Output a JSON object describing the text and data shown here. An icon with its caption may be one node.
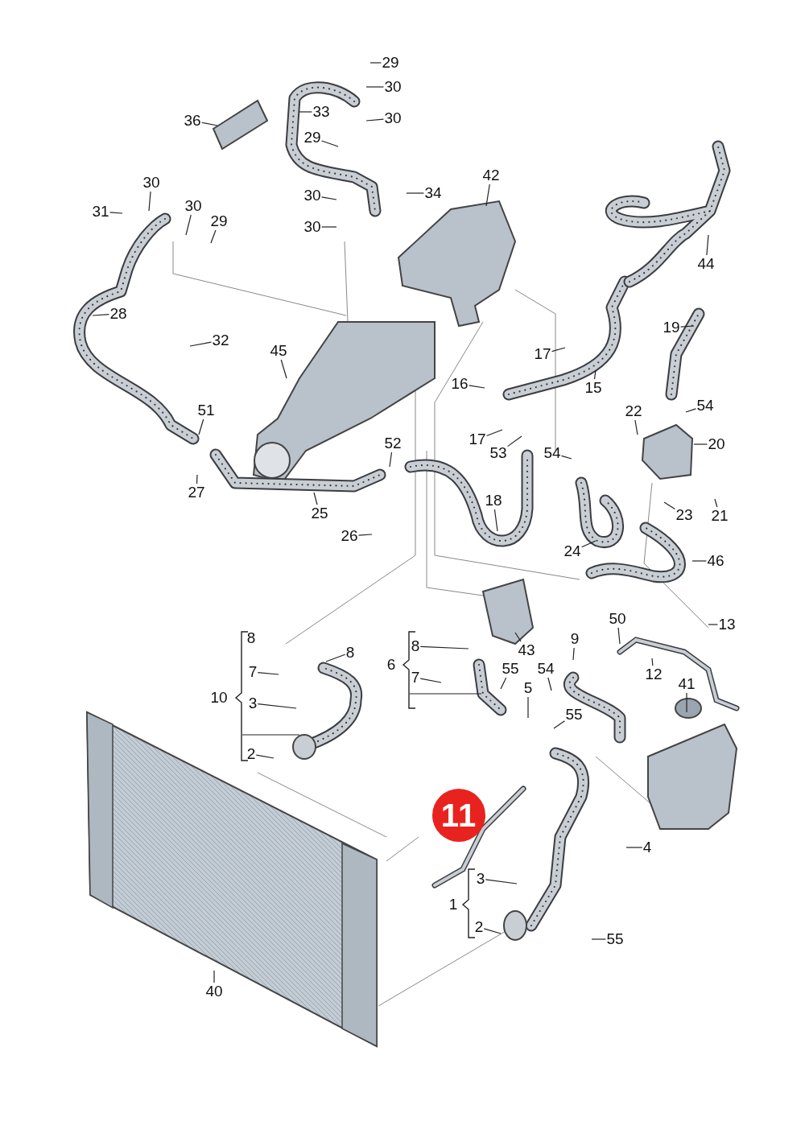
{
  "diagram": {
    "nodes": [
      {
        "text": [
          "29"
        ]
      },
      {
        "text": [
          "30"
        ]
      },
      {
        "text": [
          "33"
        ]
      },
      {
        "text": [
          "30"
        ]
      },
      {
        "text": [
          "36"
        ]
      },
      {
        "text": [
          "29"
        ]
      },
      {
        "text": [
          "42"
        ]
      },
      {
        "text": [
          "30"
        ]
      },
      {
        "text": [
          "34"
        ]
      },
      {
        "text": [
          "30"
        ]
      },
      {
        "text": [
          "30"
        ]
      },
      {
        "text": [
          "31"
        ]
      },
      {
        "text": [
          "29"
        ]
      },
      {
        "text": [
          "30"
        ]
      },
      {
        "text": [
          "44"
        ]
      },
      {
        "text": [
          "28"
        ]
      },
      {
        "text": [
          "19"
        ]
      },
      {
        "text": [
          "32"
        ]
      },
      {
        "text": [
          "45"
        ]
      },
      {
        "text": [
          "17"
        ]
      },
      {
        "text": [
          "16"
        ]
      },
      {
        "text": [
          "15"
        ]
      },
      {
        "text": [
          "54"
        ]
      },
      {
        "text": [
          "51"
        ]
      },
      {
        "text": [
          "22"
        ]
      },
      {
        "text": [
          "17"
        ]
      },
      {
        "text": [
          "52"
        ]
      },
      {
        "text": [
          "20"
        ]
      },
      {
        "text": [
          "53"
        ]
      },
      {
        "text": [
          "54"
        ]
      },
      {
        "text": [
          "27"
        ]
      },
      {
        "text": [
          "18"
        ]
      },
      {
        "text": [
          "25"
        ]
      },
      {
        "text": [
          "23"
        ]
      },
      {
        "text": [
          "21"
        ]
      },
      {
        "text": [
          "26"
        ]
      },
      {
        "text": [
          "24"
        ]
      },
      {
        "text": [
          "46"
        ]
      },
      {
        "text": [
          "50"
        ]
      },
      {
        "text": [
          "13"
        ]
      },
      {
        "text": [
          "43"
        ]
      },
      {
        "text": [
          "9"
        ]
      },
      {
        "text": [
          "8"
        ]
      },
      {
        "text": [
          "8"
        ]
      },
      {
        "text": [
          "7"
        ]
      },
      {
        "text": [
          "7"
        ]
      },
      {
        "text": [
          "55"
        ]
      },
      {
        "text": [
          "54"
        ]
      },
      {
        "text": [
          "12"
        ]
      },
      {
        "text": [
          "41"
        ]
      },
      {
        "text": [
          "5"
        ]
      },
      {
        "text": [
          "3"
        ]
      },
      {
        "text": [
          "55"
        ]
      },
      {
        "text": [
          "2"
        ]
      },
      {
        "text": [
          "11"
        ]
      },
      {
        "text": [
          "4"
        ]
      },
      {
        "text": [
          "3"
        ]
      },
      {
        "text": [
          "2"
        ]
      },
      {
        "text": [
          "55"
        ]
      },
      {
        "text": [
          "40"
        ]
      }
    ],
    "edges": [
      {
        "from": 0,
        "to": null,
        "arrow": "none"
      },
      {
        "from": 1,
        "to": null,
        "arrow": "none"
      },
      {
        "from": 2,
        "to": null,
        "arrow": "none"
      },
      {
        "from": 3,
        "to": null,
        "arrow": "none"
      },
      {
        "from": 4,
        "to": null,
        "arrow": "none"
      },
      {
        "from": 5,
        "to": null,
        "arrow": "none"
      },
      {
        "from": 6,
        "to": null,
        "arrow": "none"
      },
      {
        "from": 7,
        "to": null,
        "arrow": "none"
      },
      {
        "from": 8,
        "to": null,
        "arrow": "none"
      },
      {
        "from": 9,
        "to": null,
        "arrow": "none"
      },
      {
        "from": 10,
        "to": null,
        "arrow": "none"
      },
      {
        "from": 11,
        "to": null,
        "arrow": "none"
      },
      {
        "from": 12,
        "to": null,
        "arrow": "none"
      },
      {
        "from": 13,
        "to": null,
        "arrow": "none"
      },
      {
        "from": 14,
        "to": null,
        "arrow": "none"
      },
      {
        "from": 15,
        "to": null,
        "arrow": "none"
      },
      {
        "from": 16,
        "to": null,
        "arrow": "none"
      },
      {
        "from": 17,
        "to": null,
        "arrow": "none"
      },
      {
        "from": 18,
        "to": null,
        "arrow": "none"
      },
      {
        "from": 19,
        "to": null,
        "arrow": "none"
      },
      {
        "from": 20,
        "to": null,
        "arrow": "none"
      },
      {
        "from": 21,
        "to": null,
        "arrow": "none"
      },
      {
        "from": 22,
        "to": null,
        "arrow": "none"
      },
      {
        "from": 23,
        "to": null,
        "arrow": "none"
      },
      {
        "from": 24,
        "to": null,
        "arrow": "none"
      },
      {
        "from": 25,
        "to": null,
        "arrow": "none"
      },
      {
        "from": 26,
        "to": null,
        "arrow": "none"
      },
      {
        "from": 27,
        "to": null,
        "arrow": "none"
      },
      {
        "from": 28,
        "to": null,
        "arrow": "none"
      },
      {
        "from": 29,
        "to": null,
        "arrow": "none"
      },
      {
        "from": 30,
        "to": null,
        "arrow": "none"
      },
      {
        "from": 31,
        "to": null,
        "arrow": "none"
      },
      {
        "from": 32,
        "to": null,
        "arrow": "none"
      },
      {
        "from": 33,
        "to": null,
        "arrow": "none"
      },
      {
        "from": 34,
        "to": null,
        "arrow": "none"
      },
      {
        "from": 35,
        "to": null,
        "arrow": "none"
      },
      {
        "from": 36,
        "to": null,
        "arrow": "none"
      },
      {
        "from": 37,
        "to": null,
        "arrow": "none"
      },
      {
        "from": 38,
        "to": null,
        "arrow": "none"
      },
      {
        "from": 39,
        "to": null,
        "arrow": "none"
      },
      {
        "from": 40,
        "to": null,
        "arrow": "none"
      },
      {
        "from": 41,
        "to": null,
        "arrow": "none"
      },
      {
        "from": 42,
        "to": null,
        "arrow": "none"
      },
      {
        "from": 43,
        "to": null,
        "arrow": "none"
      },
      {
        "from": 44,
        "to": null,
        "arrow": "none"
      },
      {
        "from": 45,
        "to": null,
        "arrow": "none"
      },
      {
        "from": 46,
        "to": null,
        "arrow": "none"
      },
      {
        "from": 47,
        "to": null,
        "arrow": "none"
      },
      {
        "from": 48,
        "to": null,
        "arrow": "none"
      },
      {
        "from": 49,
        "to": null,
        "arrow": "none"
      },
      {
        "from": 50,
        "to": null,
        "arrow": "none"
      },
      {
        "from": 51,
        "to": null,
        "arrow": "none"
      },
      {
        "from": 52,
        "to": null,
        "arrow": "none"
      },
      {
        "from": 53,
        "to": null,
        "arrow": "none"
      },
      {
        "from": 55,
        "to": null,
        "arrow": "none"
      },
      {
        "from": 56,
        "to": null,
        "arrow": "none"
      },
      {
        "from": 57,
        "to": null,
        "arrow": "none"
      },
      {
        "from": 58,
        "to": null,
        "arrow": "none"
      },
      {
        "from": 59,
        "to": null,
        "arrow": "none"
      }
    ],
    "labels": [
      "8",
      "6",
      "10",
      "1"
    ]
  }
}
